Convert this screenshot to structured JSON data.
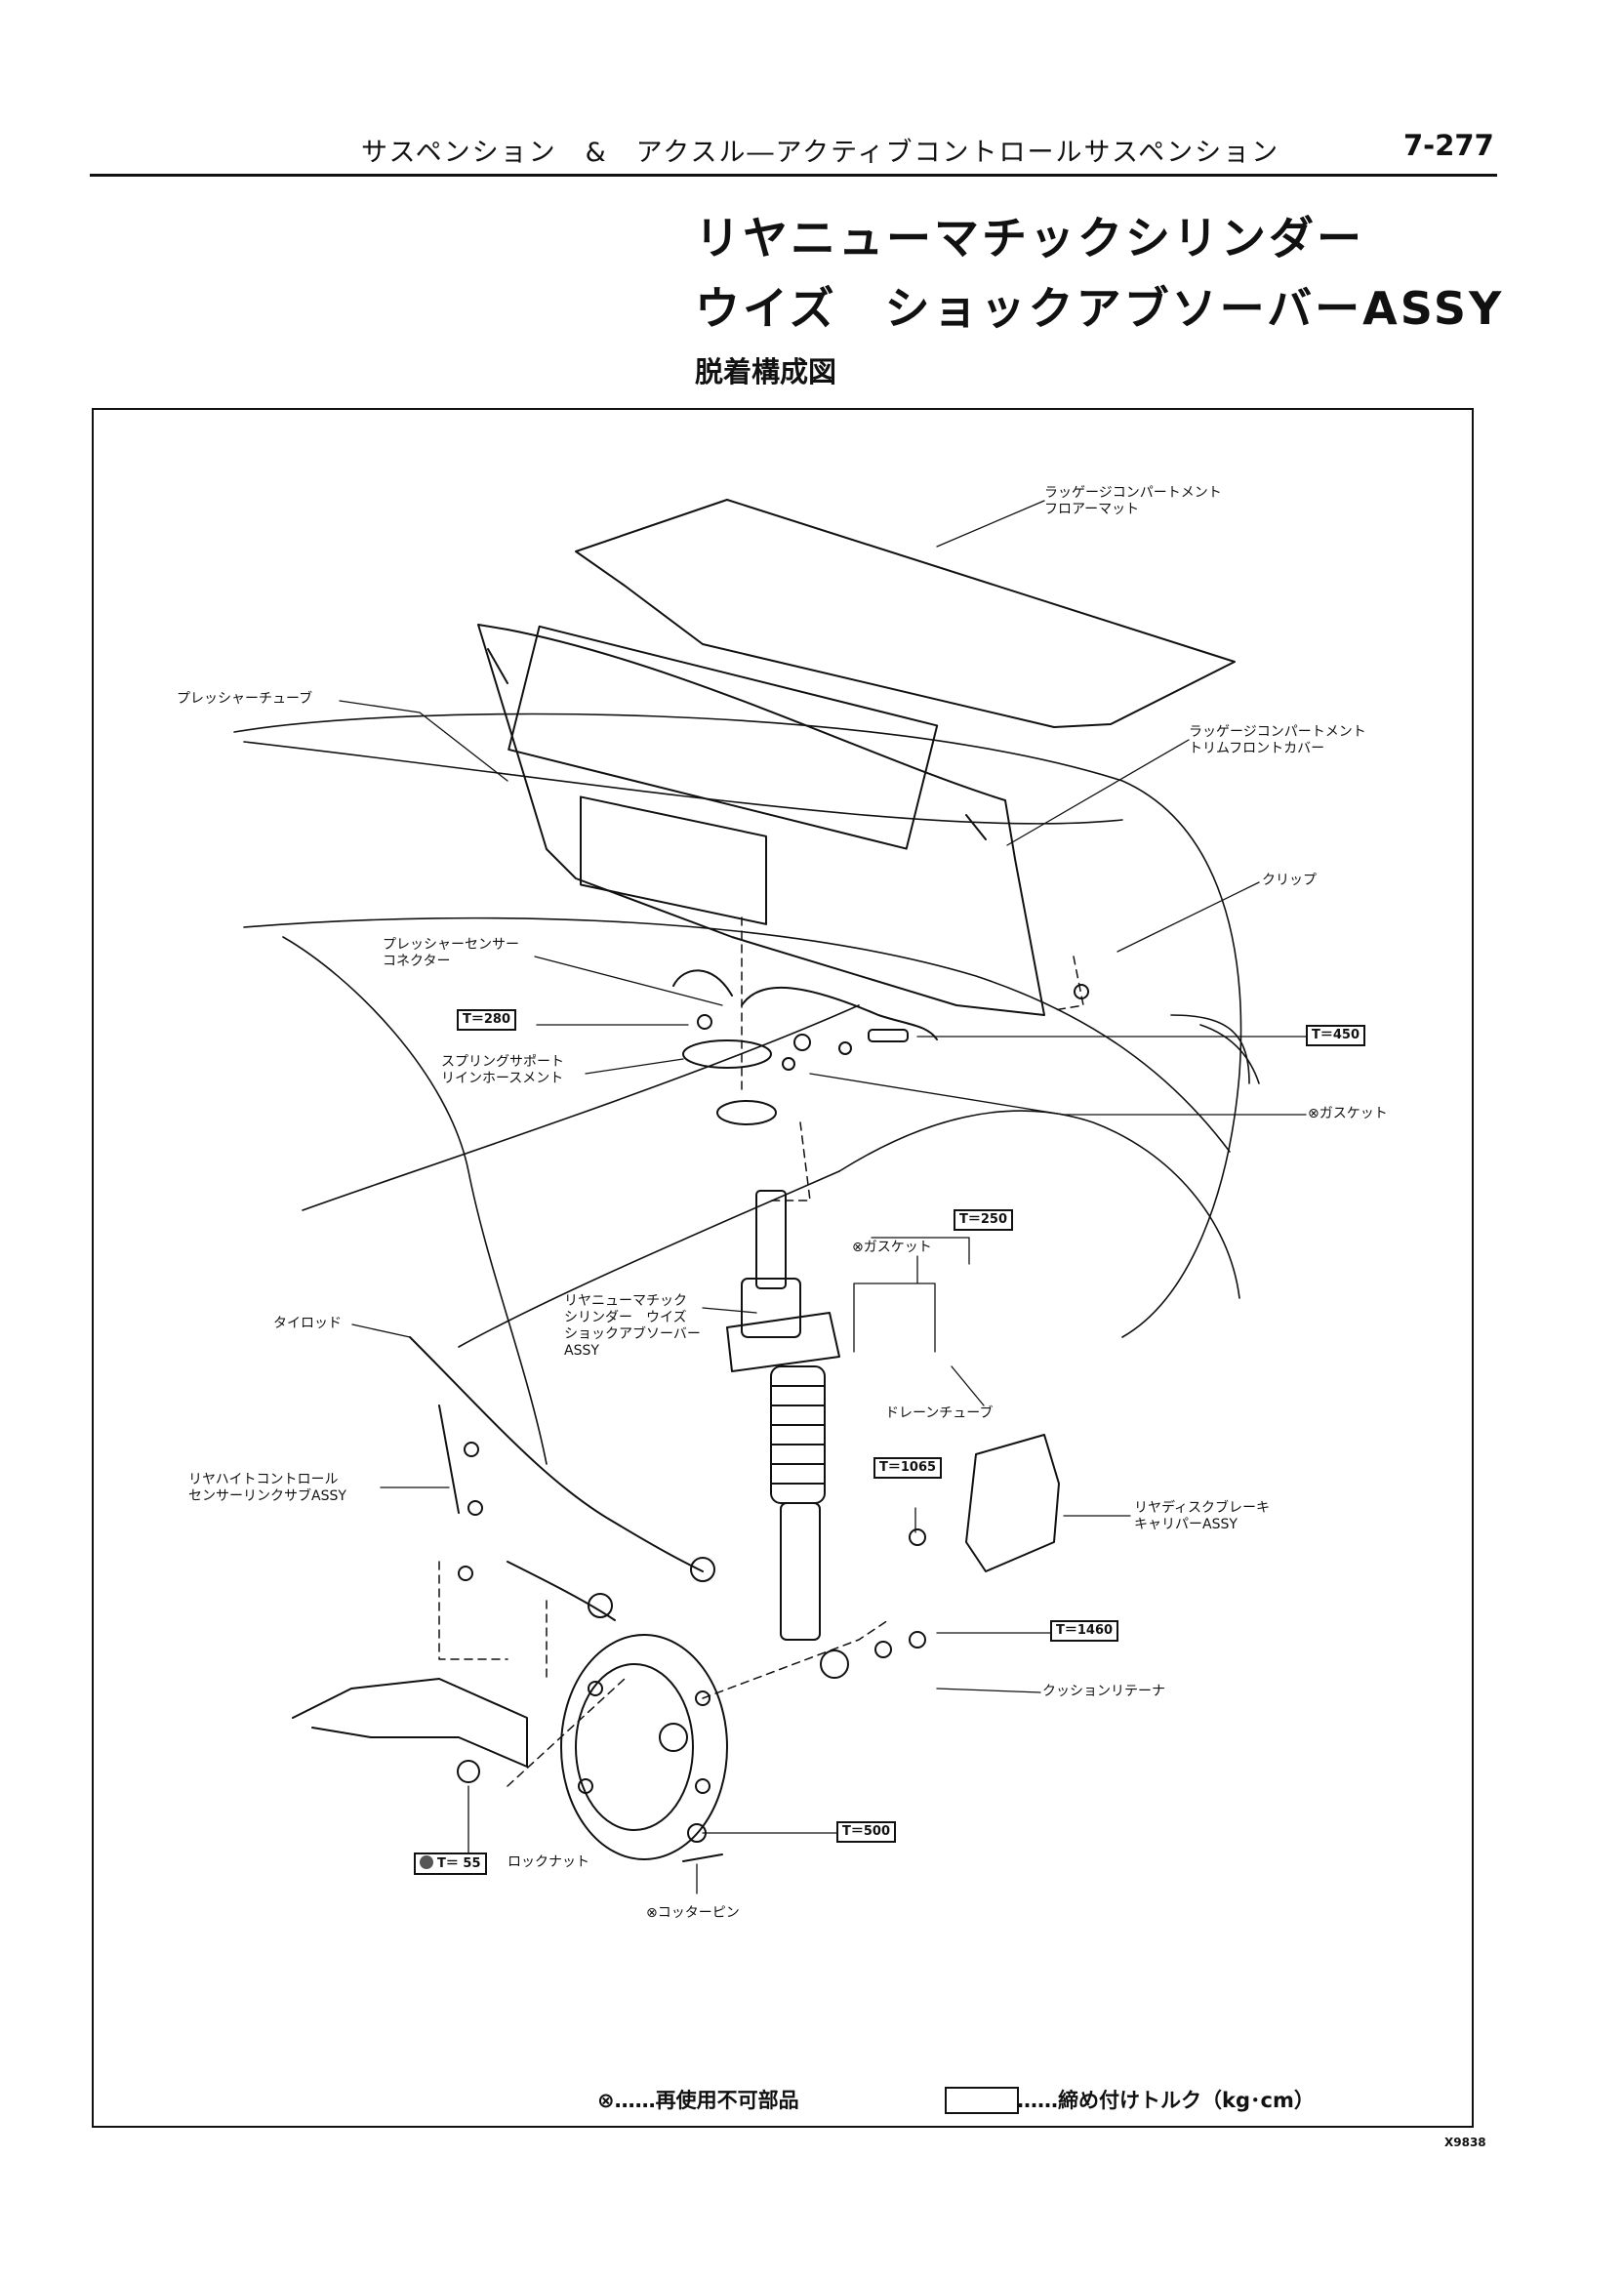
{
  "header": {
    "section_title": "サスペンション　&　アクスル―アクティブコントロールサスペンション",
    "page_number": "7-277"
  },
  "title": {
    "line1": "リヤニューマチックシリンダー",
    "line2": "ウイズ　ショックアブソーバーASSY",
    "subtitle": "脱着構成図"
  },
  "labels": {
    "luggage_mat": "ラッゲージコンパートメント\nフロアーマット",
    "trim_cover": "ラッゲージコンパートメント\nトリムフロントカバー",
    "pressure_tube": "プレッシャーチューブ",
    "clip": "クリップ",
    "pressure_sensor": "プレッシャーセンサー\nコネクター",
    "spring_support": "スプリングサポート\nリインホースメント",
    "gasket_upper": "⊗ガスケット",
    "gasket_mid": "⊗ガスケット",
    "cylinder_assy": "リヤニューマチック\nシリンダー　ウイズ\nショックアブソーバー\nASSY",
    "tie_rod": "タイロッド",
    "drain_tube": "ドレーンチューブ",
    "height_sensor": "リヤハイトコントロール\nセンサーリンクサブASSY",
    "brake_caliper": "リヤディスクブレーキ\nキャリパーASSY",
    "cushion_retainer": "クッションリテーナ",
    "lock_nut": "ロックナット",
    "cotter_pin": "⊗コッターピン"
  },
  "torques": {
    "t280": "T＝280",
    "t450": "T＝450",
    "t250": "T＝250",
    "t1065": "T＝1065",
    "t1460": "T＝1460",
    "t500": "T＝500",
    "t55": "T＝ 55"
  },
  "legend": {
    "non_reusable_symbol": "⊗",
    "non_reusable": "……再使用不可部品",
    "torque": "……締め付けトルク（kg･cm）"
  },
  "figure_code": "X9838"
}
